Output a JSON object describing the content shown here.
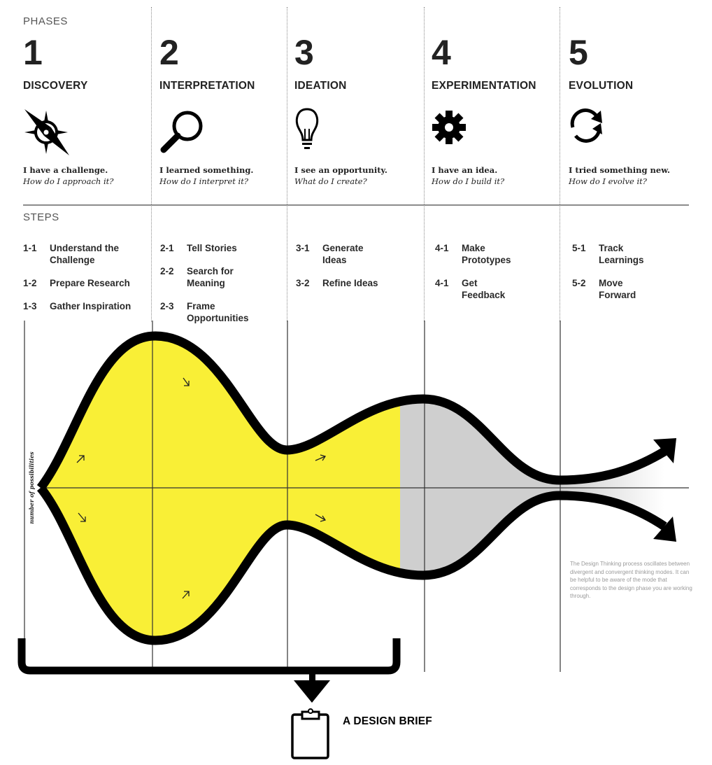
{
  "sections": {
    "phases_label": "PHASES",
    "steps_label": "STEPS"
  },
  "phases": [
    {
      "number": "1",
      "name": "DISCOVERY",
      "icon": "compass-icon",
      "statement": "I have a challenge.",
      "question": "How do I approach it?"
    },
    {
      "number": "2",
      "name": "INTERPRETATION",
      "icon": "magnifier-icon",
      "statement": "I learned something.",
      "question": "How do I interpret it?"
    },
    {
      "number": "3",
      "name": "IDEATION",
      "icon": "lightbulb-icon",
      "statement": "I see an opportunity.",
      "question": "What do I create?"
    },
    {
      "number": "4",
      "name": "EXPERIMENTATION",
      "icon": "gear-icon",
      "statement": "I have an idea.",
      "question": "How do I build it?"
    },
    {
      "number": "5",
      "name": "EVOLUTION",
      "icon": "refresh-icon",
      "statement": "I tried something new.",
      "question": "How do I evolve it?"
    }
  ],
  "steps": [
    [
      {
        "num": "1-1",
        "label": "Understand the Challenge"
      },
      {
        "num": "1-2",
        "label": "Prepare Research"
      },
      {
        "num": "1-3",
        "label": "Gather Inspiration"
      }
    ],
    [
      {
        "num": "2-1",
        "label": "Tell Stories"
      },
      {
        "num": "2-2",
        "label": "Search for Meaning"
      },
      {
        "num": "2-3",
        "label": "Frame Opportunities"
      }
    ],
    [
      {
        "num": "3-1",
        "label": "Generate Ideas"
      },
      {
        "num": "3-2",
        "label": "Refine Ideas"
      }
    ],
    [
      {
        "num": "4-1",
        "label": "Make Prototypes"
      },
      {
        "num": "4-1",
        "label": "Get Feedback"
      }
    ],
    [
      {
        "num": "5-1",
        "label": "Track Learnings"
      },
      {
        "num": "5-2",
        "label": "Move Forward"
      }
    ]
  ],
  "diagram": {
    "axis_label": "number of possibilities",
    "note": "The Design Thinking process oscillates between divergent and convergent thinking modes. It can be helpful to be aware of the mode that corresponds to the design phase you are working through.",
    "colors": {
      "highlight_fill": "#f9ef36",
      "muted_fill": "#cfcfcf",
      "outline": "#000000"
    }
  },
  "output": {
    "label": "A DESIGN BRIEF",
    "icon": "clipboard-icon"
  }
}
